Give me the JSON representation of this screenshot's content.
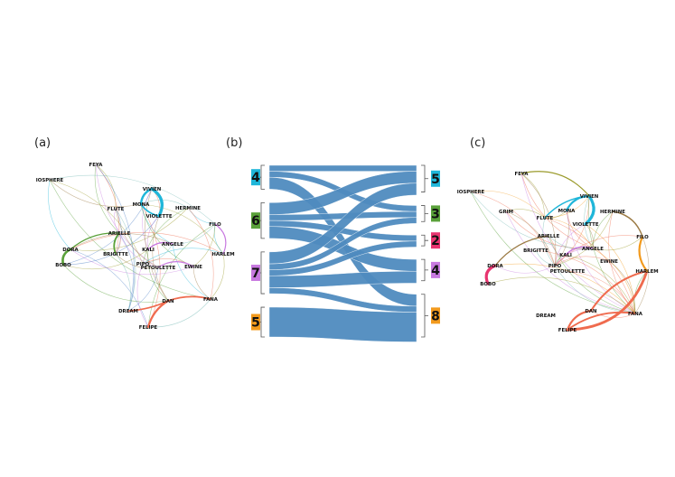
{
  "panels": [
    "(a)",
    "(b)",
    "(c)"
  ],
  "palette": {
    "cyan": "#1fb6d9",
    "green": "#5aa13a",
    "pink": "#e8346f",
    "violet": "#c87ae0",
    "orange": "#f29a1d",
    "flow": "#4f8bbf",
    "red": "#ef6b4e",
    "olive": "#9a9a2a",
    "brown": "#9b7a44",
    "blue": "#4d7fc6",
    "teal": "#6fb7b0"
  },
  "network_a": {
    "nodes": [
      "FEYA",
      "IOSPHERE",
      "VIVIEN",
      "MONA",
      "FLUTE",
      "HERMINE",
      "VIOLETTE",
      "FILO",
      "ARIELLE",
      "ANGELE",
      "KALI",
      "DORA",
      "BRIGITTE",
      "HARLEM",
      "BOBO",
      "PIPO",
      "PETOULETTE",
      "EWINE",
      "DAN",
      "FANA",
      "DREAM",
      "FELIPE"
    ]
  },
  "network_c": {
    "nodes": [
      "FEYA",
      "IOSPHERE",
      "GRIM",
      "VIVIEN",
      "MONA",
      "FLUTE",
      "HERMINE",
      "VIOLETTE",
      "ARIELLE",
      "FILO",
      "ANGELE",
      "BRIGITTE",
      "KALI",
      "EWINE",
      "DORA",
      "PIPO",
      "PETOULETTE",
      "HARLEM",
      "BOBO",
      "DAN",
      "FANA",
      "DREAM",
      "FELIPE"
    ]
  },
  "sankey": {
    "left": [
      {
        "label": "4",
        "color": "cyan"
      },
      {
        "label": "6",
        "color": "green"
      },
      {
        "label": "7",
        "color": "violet"
      },
      {
        "label": "5",
        "color": "orange"
      }
    ],
    "right": [
      {
        "label": "5",
        "color": "cyan"
      },
      {
        "label": "3",
        "color": "green"
      },
      {
        "label": "2",
        "color": "pink"
      },
      {
        "label": "4",
        "color": "violet"
      },
      {
        "label": "8",
        "color": "orange"
      }
    ],
    "flows": [
      {
        "from": 0,
        "to": 0,
        "value": 1
      },
      {
        "from": 0,
        "to": 1,
        "value": 1
      },
      {
        "from": 0,
        "to": 4,
        "value": 2
      },
      {
        "from": 1,
        "to": 0,
        "value": 2
      },
      {
        "from": 1,
        "to": 1,
        "value": 1
      },
      {
        "from": 1,
        "to": 2,
        "value": 1
      },
      {
        "from": 1,
        "to": 3,
        "value": 2
      },
      {
        "from": 2,
        "to": 0,
        "value": 2
      },
      {
        "from": 2,
        "to": 1,
        "value": 1
      },
      {
        "from": 2,
        "to": 2,
        "value": 1
      },
      {
        "from": 2,
        "to": 3,
        "value": 2
      },
      {
        "from": 2,
        "to": 4,
        "value": 1
      },
      {
        "from": 3,
        "to": 4,
        "value": 5
      }
    ]
  }
}
